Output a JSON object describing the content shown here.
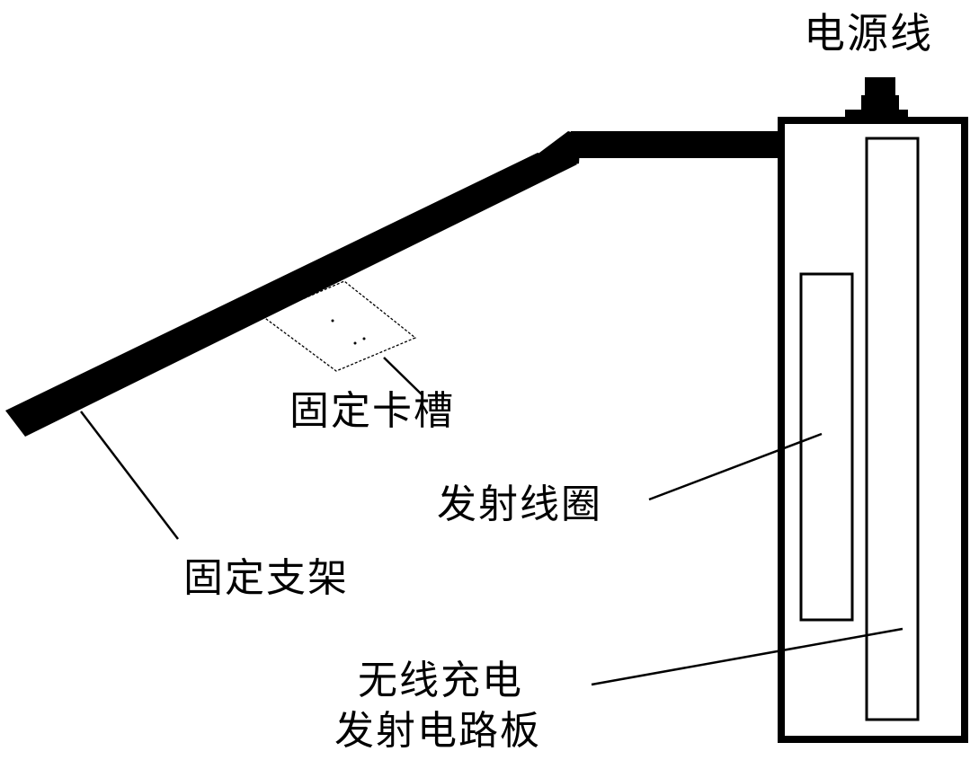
{
  "labels": {
    "power_cord": "电源线",
    "fixing_slot": "固定卡槽",
    "fixing_bracket": "固定支架",
    "transmit_coil": "发射线圈",
    "board_line1": "无线充电",
    "board_line2": "发射电路板"
  },
  "colors": {
    "stroke": "#000000",
    "background": "#ffffff"
  }
}
